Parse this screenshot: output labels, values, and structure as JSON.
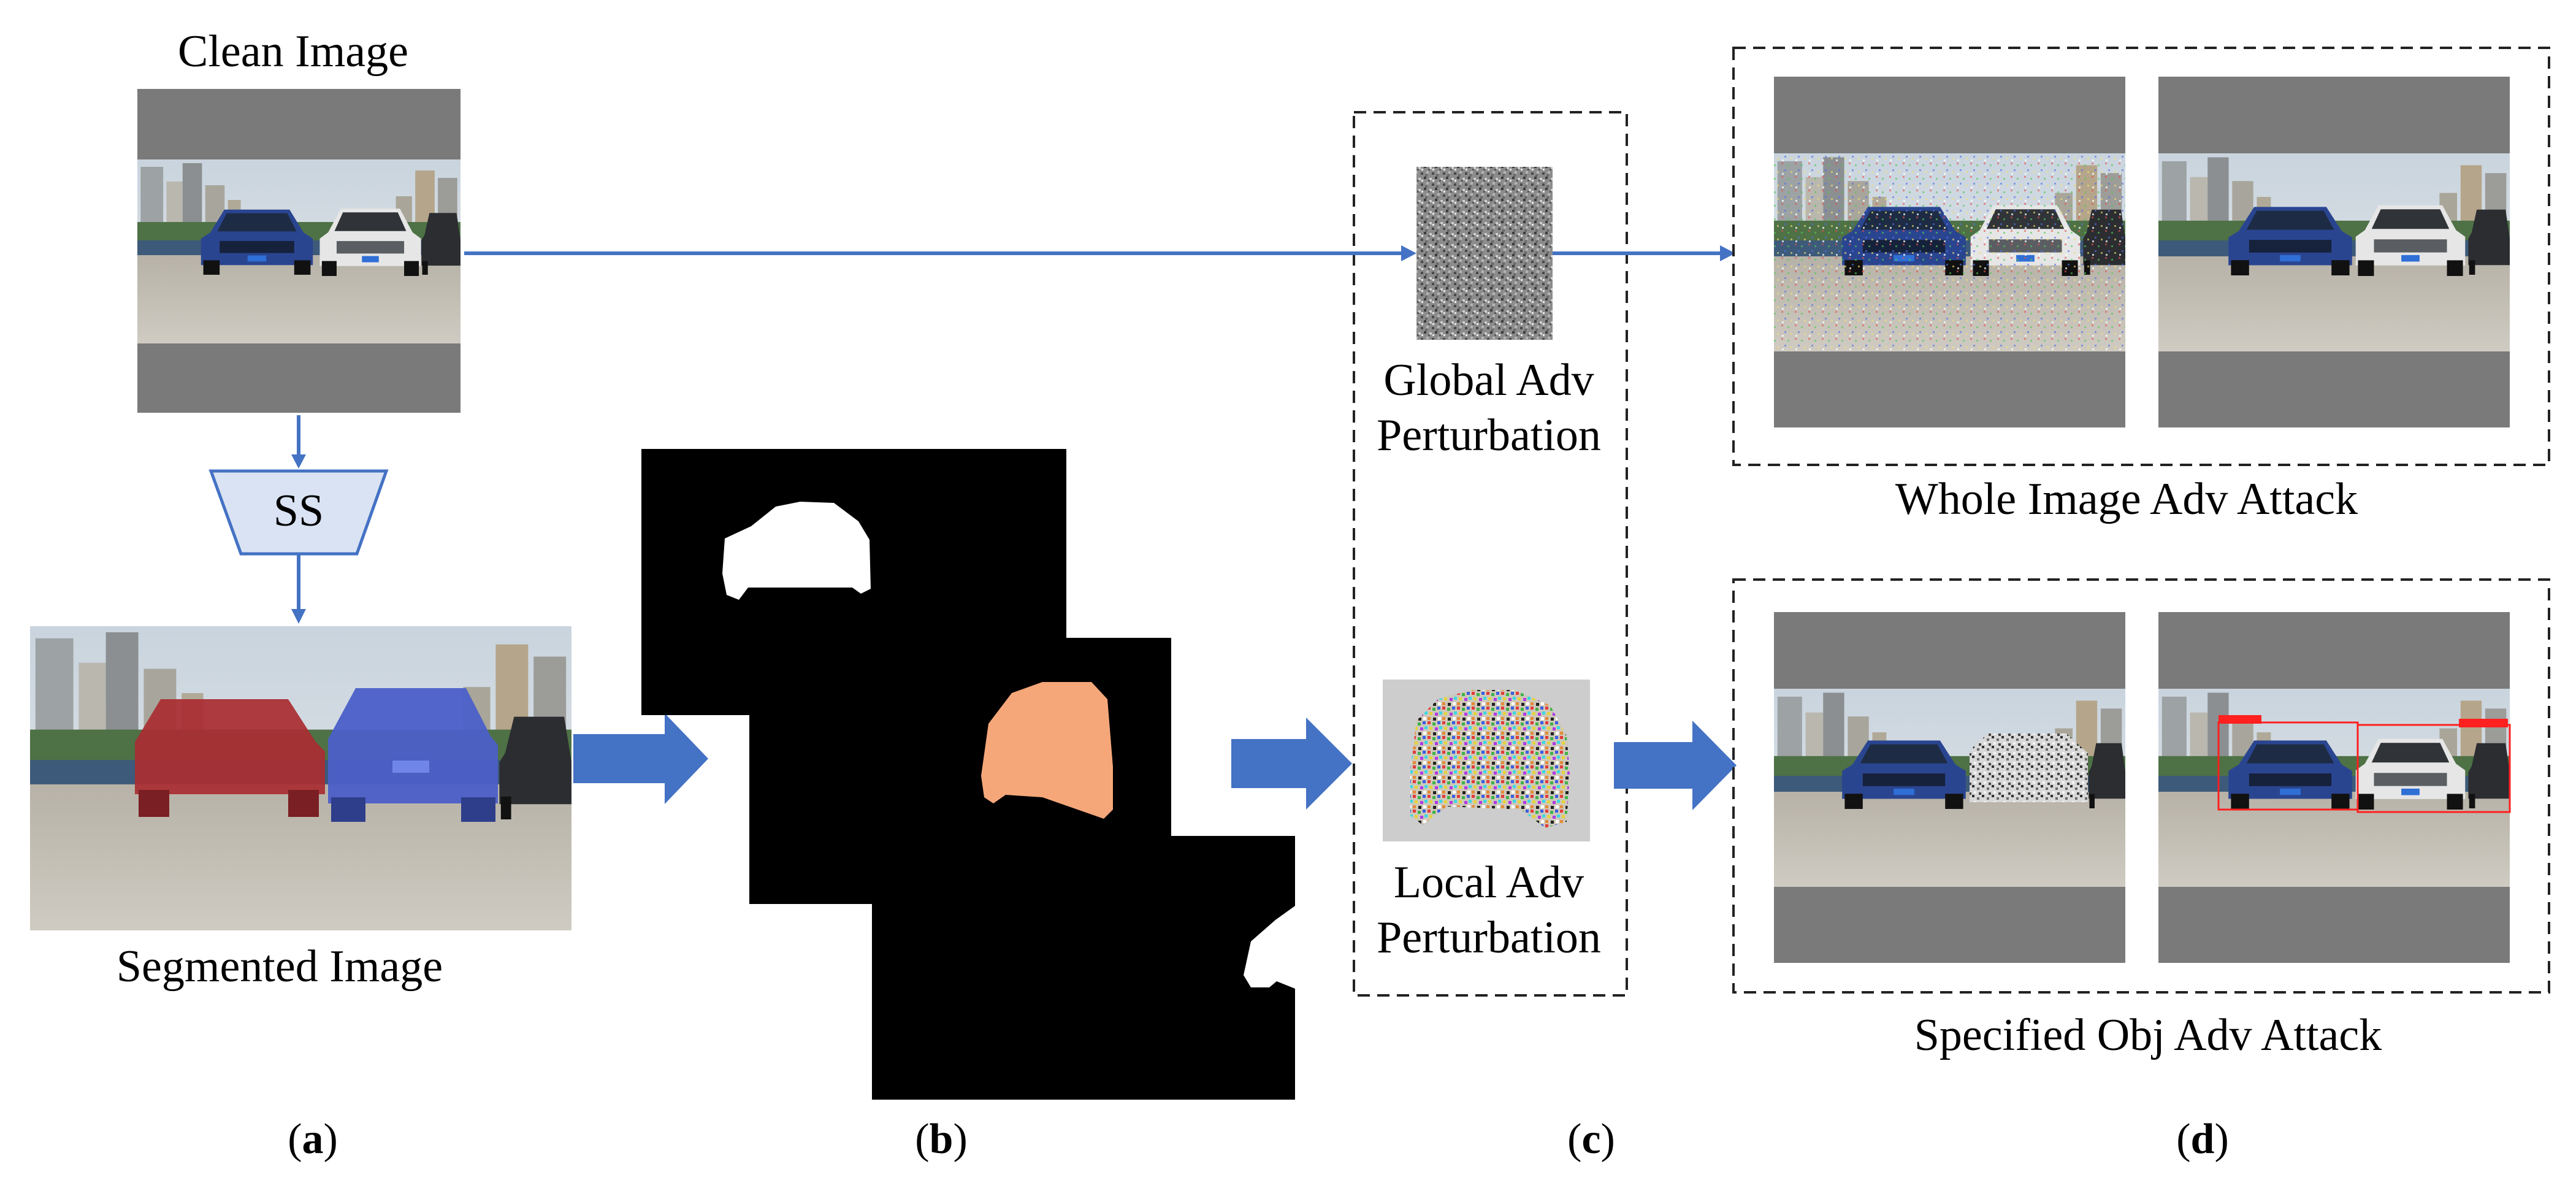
{
  "figure": {
    "clean_label": "Clean Image",
    "ss_label": "SS",
    "segmented_label": "Segmented Image",
    "global_label_line1": "Global Adv",
    "global_label_line2": "Perturbation",
    "local_label_line1": "Local Adv",
    "local_label_line2": "Perturbation",
    "whole_attack_label": "Whole Image Adv Attack",
    "specified_attack_label": "Specified Obj Adv Attack",
    "panel_labels": [
      "a",
      "b",
      "c",
      "d"
    ]
  },
  "colors": {
    "arrow_blue": "#4472c4",
    "ss_fill": "#dae3f3",
    "ss_stroke": "#4472c4",
    "mask_orange": "#f5a77a",
    "letterbox_gray": "#7a7a7a",
    "dashed_border": "#222222",
    "detection_red": "#ff2020",
    "car_blue": "#2a4590",
    "seg_red": "#a92d32",
    "seg_blue": "#4b5fc8"
  }
}
